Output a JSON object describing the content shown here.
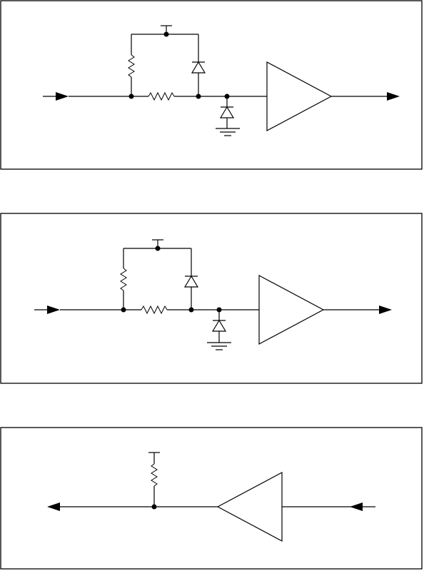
{
  "diagram": {
    "stroke_color": "#000000",
    "background_color": "#ffffff",
    "panels": [
      {
        "name": "input-circuit-1",
        "direction": "left-to-right",
        "components": [
          "pull-up-resistor",
          "series-resistor",
          "clamp-diode-to-supply",
          "clamp-diode-to-ground",
          "buffer-amplifier",
          "supply-terminal",
          "ground-symbol"
        ]
      },
      {
        "name": "input-circuit-2",
        "direction": "left-to-right",
        "components": [
          "pull-up-resistor",
          "series-resistor",
          "clamp-diode-to-supply",
          "clamp-diode-to-ground",
          "buffer-amplifier",
          "supply-terminal",
          "ground-symbol"
        ]
      },
      {
        "name": "output-circuit",
        "direction": "right-to-left",
        "components": [
          "pull-up-resistor",
          "buffer-amplifier",
          "supply-terminal"
        ]
      }
    ]
  }
}
